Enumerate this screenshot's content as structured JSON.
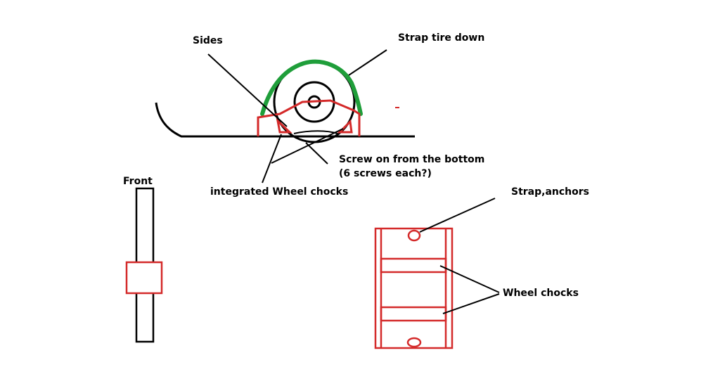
{
  "labels": {
    "sides": "Sides",
    "strap_tire_down": "Strap tire down",
    "screw_line1": "Screw on from the bottom",
    "screw_line2": "(6 screws each?)",
    "integrated_chocks": "integrated Wheel chocks",
    "front": "Front",
    "strap_anchors": "Strap,anchors",
    "wheel_chocks": "Wheel chocks"
  },
  "colors": {
    "ink": "#000000",
    "part": "#d42a2a",
    "strap": "#1f9e3a",
    "background": "#ffffff"
  }
}
